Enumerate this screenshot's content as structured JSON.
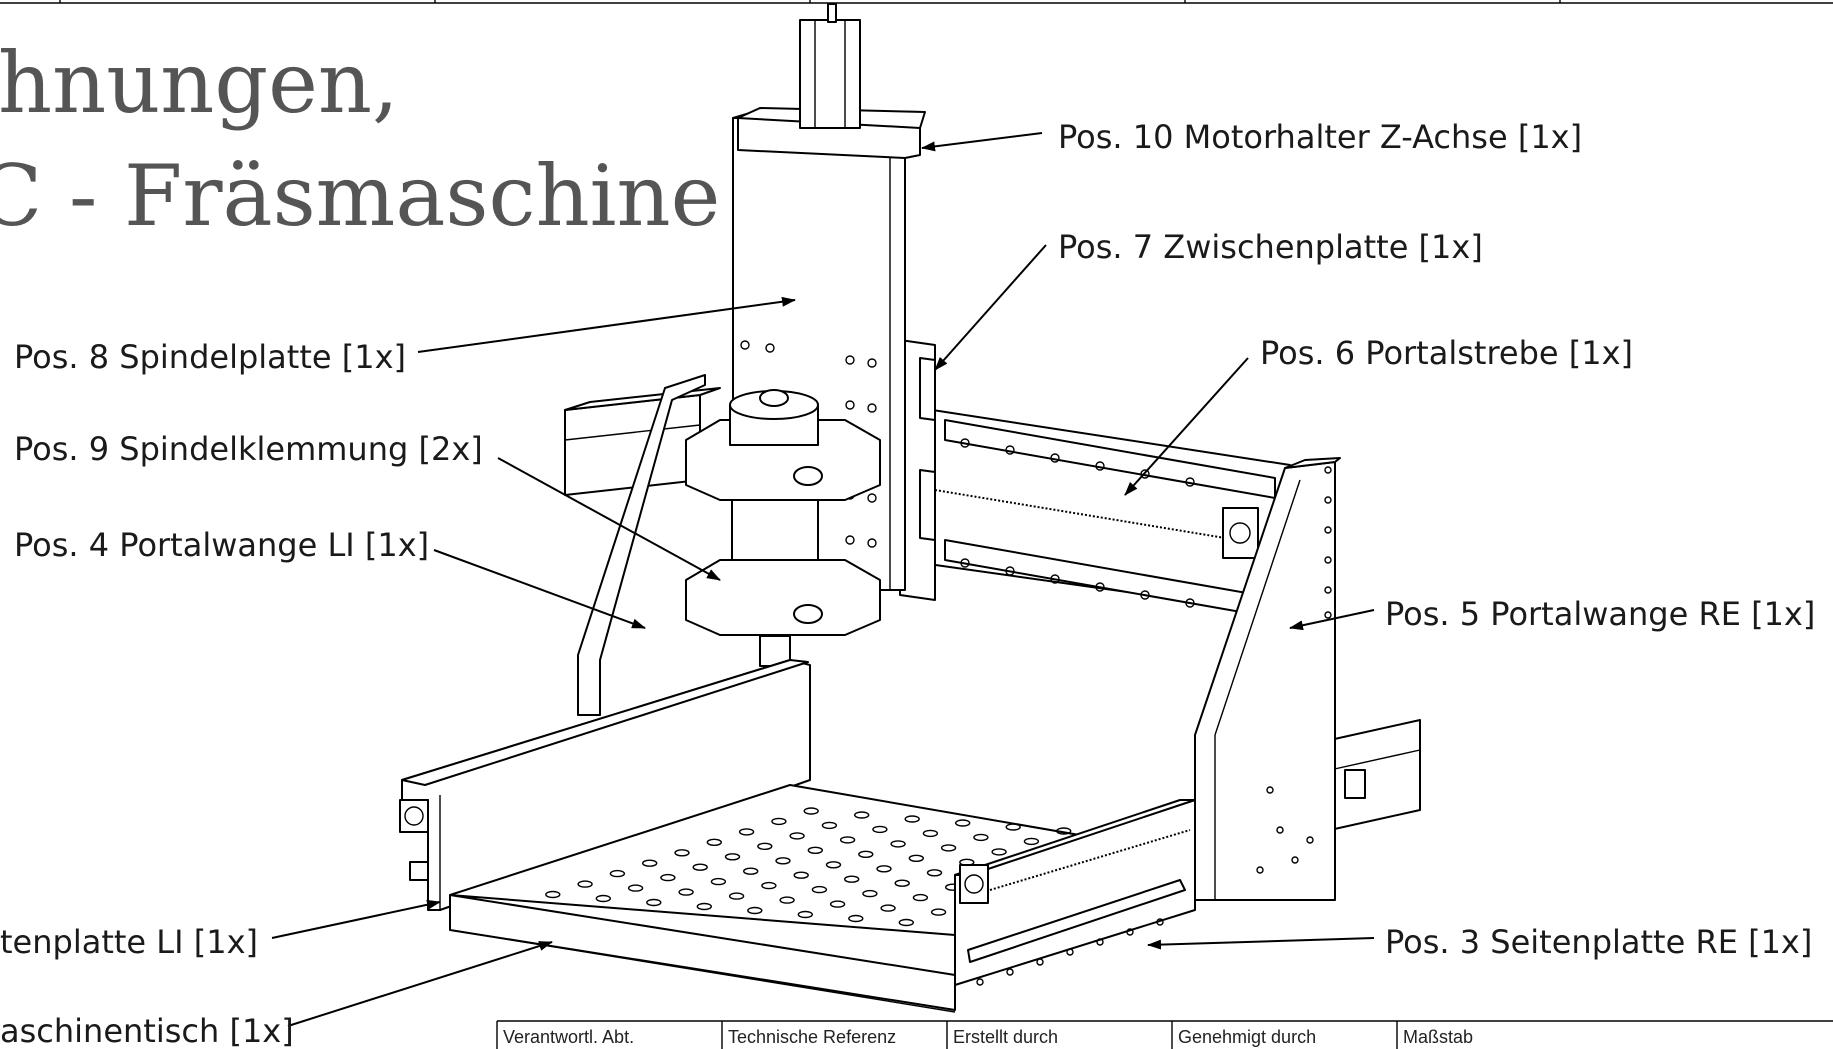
{
  "title": {
    "line1": "hnungen,",
    "line2": "C - Fräsmaschine"
  },
  "callouts": [
    {
      "id": "pos10",
      "text": "Pos. 10 Motorhalter Z-Achse [1x]"
    },
    {
      "id": "pos7",
      "text": "Pos. 7 Zwischenplatte [1x]"
    },
    {
      "id": "pos8",
      "text": "Pos. 8 Spindelplatte [1x]"
    },
    {
      "id": "pos6",
      "text": "Pos. 6 Portalstrebe [1x]"
    },
    {
      "id": "pos9",
      "text": "Pos. 9 Spindelklemmung [2x]"
    },
    {
      "id": "pos4",
      "text": "Pos. 4 Portalwange LI [1x]"
    },
    {
      "id": "pos5",
      "text": "Pos. 5 Portalwange RE [1x]"
    },
    {
      "id": "pos2",
      "text": "tenplatte LI [1x]"
    },
    {
      "id": "pos3",
      "text": "Pos. 3 Seitenplatte RE [1x]"
    },
    {
      "id": "pos1",
      "text": "aschinentisch [1x]"
    }
  ],
  "title_block": {
    "fields": [
      "Verantwortl. Abt.",
      "Technische Referenz",
      "Erstellt durch",
      "Genehmigt durch",
      "Maßstab"
    ]
  }
}
